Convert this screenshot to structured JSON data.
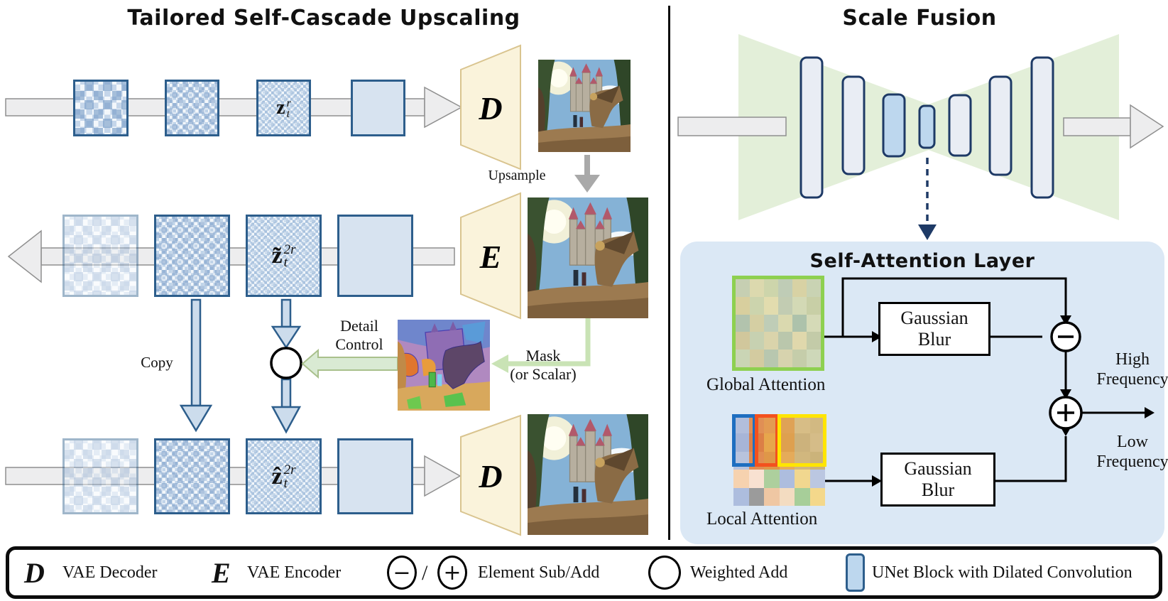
{
  "titles": {
    "left": "Tailored Self-Cascade Upscaling",
    "right": "Scale Fusion",
    "attention": "Self-Attention Layer"
  },
  "left_panel": {
    "decoder_symbol": "D",
    "encoder_symbol": "E",
    "latents": {
      "row1": {
        "base": "z",
        "sup": "r",
        "sub": "t"
      },
      "row2": {
        "base": "z̃",
        "sup": "2r",
        "sub": "t"
      },
      "row3": {
        "base": "ẑ",
        "sup": "2r",
        "sub": "t"
      }
    },
    "labels": {
      "upsample": "Upsample",
      "copy": "Copy",
      "detail_line1": "Detail",
      "detail_line2": "Control",
      "mask_line1": "Mask",
      "mask_line2": "(or Scalar)"
    }
  },
  "right_panel": {
    "blur_top_line1": "Gaussian",
    "blur_top_line2": "Blur",
    "blur_bottom_line1": "Gaussian",
    "blur_bottom_line2": "Blur",
    "global_label": "Global Attention",
    "local_label": "Local Attention",
    "high_line1": "High",
    "high_line2": "Frequency",
    "low_line1": "Low",
    "low_line2": "Frequency",
    "global_grid": {
      "cols": 6,
      "colors": [
        "#c6cfb2",
        "#dcd9ae",
        "#cdd5ab",
        "#bfccb6",
        "#d8d2a4",
        "#c9d3b3",
        "#d8cf9e",
        "#ccd4ad",
        "#e2dcae",
        "#c2ccb2",
        "#d3d9b5",
        "#c8cfa6",
        "#b2c3ad",
        "#d5cfa3",
        "#bfcdb7",
        "#dad9af",
        "#adc2ab",
        "#d5dab7",
        "#d1c79c",
        "#c7d1b1",
        "#dad4ab",
        "#bac7ac",
        "#e0d8ac",
        "#c3cba8",
        "#cad5b5",
        "#d3cba0",
        "#b8c7af",
        "#d7d3ae",
        "#c5cdaa",
        "#ced8b9"
      ]
    },
    "local_grid": {
      "cols": 6,
      "colors": [
        "#b2bedb",
        "#e08f55",
        "#e39b52",
        "#dfa256",
        "#d7bd86",
        "#d2b982",
        "#a7b5d7",
        "#dc7f46",
        "#e7a64c",
        "#dea04f",
        "#ccb27c",
        "#d5bc88",
        "#b8c3dd",
        "#e18d52",
        "#df9748",
        "#e5ab5a",
        "#d1b77e",
        "#cbb37a",
        "#f6d2af",
        "#f8e1d1",
        "#adcf9d",
        "#adbdde",
        "#f1d78f",
        "#bbc7e1",
        "#adbdde",
        "#9b9b9b",
        "#efc7a3",
        "#f3dcc1",
        "#a7ce99",
        "#f4d88b"
      ]
    }
  },
  "legend": {
    "decoder_symbol": "D",
    "decoder_label": "VAE Decoder",
    "encoder_symbol": "E",
    "encoder_label": "VAE Encoder",
    "minus": "−",
    "plus": "+",
    "slash": "/",
    "subadd_label": "Element Sub/Add",
    "weighted_label": "Weighted Add",
    "unet_label": "UNet Block with Dilated Convolution"
  },
  "colors": {
    "unet_block_fill": "#bdd7ee",
    "unet_bar_fill": "#e9edf4",
    "unet_border": "#1e3a66",
    "bowtie_green": "#e3efd9",
    "attention_panel": "#dbe8f5",
    "trapezoid_fill": "#faf3db",
    "trapezoid_border": "#d9c48f",
    "gray_arrow": "#ededee",
    "blue_arrow": "#ccdcec",
    "blue_arrow_border": "#2d5e8c",
    "green_arrow": "#d9ead3",
    "green_arrow_border": "#a9c08c",
    "grid_global_border": "#8ed050",
    "grid_local_blue": "#1e6ec0",
    "grid_local_red": "#f3511e",
    "grid_local_yellow": "#ffe500"
  }
}
